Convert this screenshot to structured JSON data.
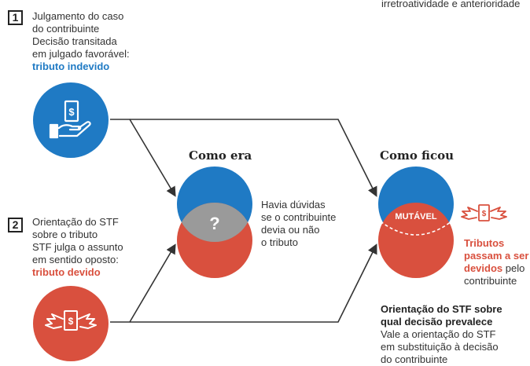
{
  "top_right_fragment": "irretroatividade e anterioridade",
  "case1": {
    "number": "1",
    "line1": "Julgamento do caso",
    "line2": "do contribuinte",
    "line3": "Decisão transitada",
    "line4": "em julgado favorável:",
    "highlight": "tributo indevido"
  },
  "case2": {
    "number": "2",
    "line1": "Orientação do STF",
    "line2": "sobre o tributo",
    "line3": "STF julga o assunto",
    "line4": "em sentido oposto:",
    "highlight": "tributo devido"
  },
  "before": {
    "title": "Como era",
    "symbol": "?",
    "line1": "Havia dúvidas",
    "line2": "se o contribuinte",
    "line3": "devia ou não",
    "line4": "o tributo"
  },
  "after": {
    "title": "Como ficou",
    "badge": "MUTÁVEL",
    "highlight1": "Tributos",
    "highlight2": "passam a ser",
    "highlight3": "devidos",
    "rest3": " pelo",
    "line4": "contribuinte"
  },
  "stf": {
    "title1": "Orientação do STF sobre",
    "title2": "qual decisão prevalece",
    "line1": "Vale a orientação do STF",
    "line2": "em substituição à decisão",
    "line3": "do contribuinte"
  },
  "colors": {
    "blue": "#1f7ac4",
    "red": "#d9503e",
    "gray": "#9a9a9a"
  },
  "icons": [
    "hand-money-icon",
    "winged-money-icon",
    "question-icon"
  ]
}
